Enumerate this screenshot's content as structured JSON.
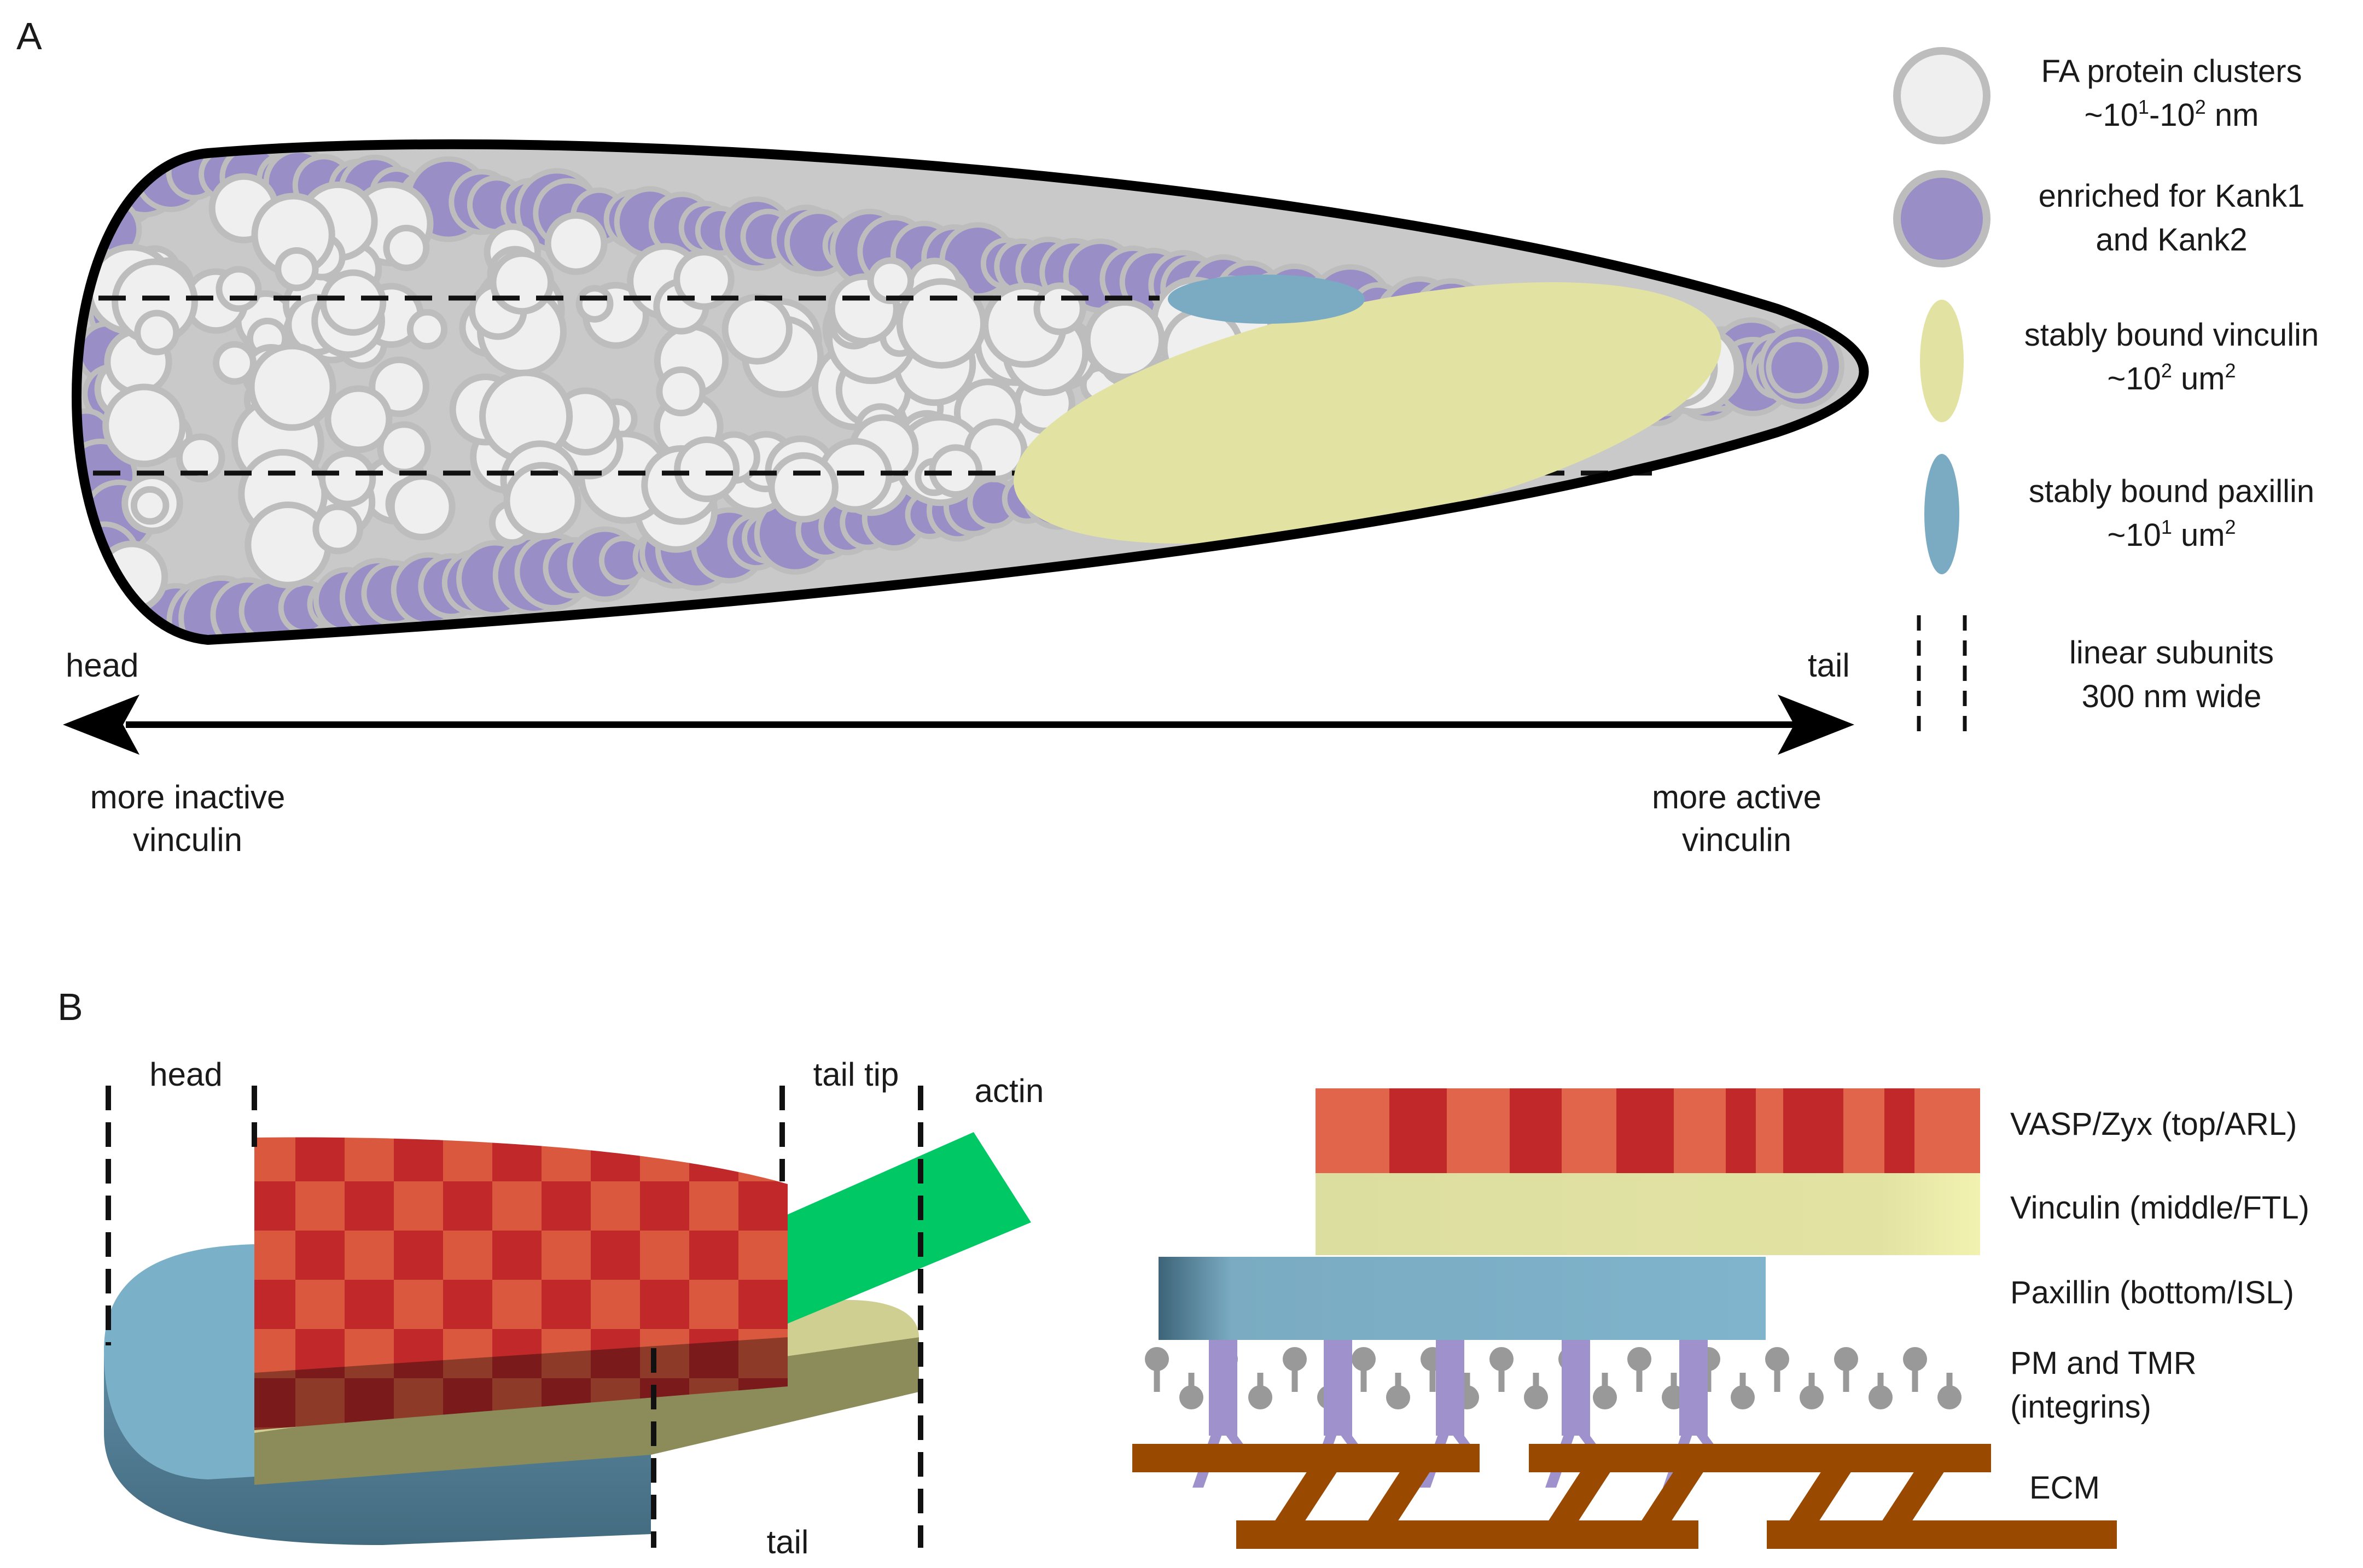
{
  "panel_a": {
    "label": "A",
    "legend": {
      "clusters": {
        "line1": "FA protein clusters",
        "l2_pre": "~10",
        "l2_sup1": "1",
        "l2_mid": "-10",
        "l2_sup2": "2",
        "l2_post": " nm"
      },
      "kank": {
        "line1": "enriched for Kank1",
        "line2": "and Kank2"
      },
      "vinculin": {
        "line1": "stably bound vinculin",
        "l2_pre": "~10",
        "l2_sup": "2",
        "l2_post": " um",
        "l2_sup2": "2"
      },
      "paxillin": {
        "line1": "stably bound paxillin",
        "l2_pre": "~10",
        "l2_sup": "1",
        "l2_post": " um",
        "l2_sup2": "2"
      },
      "subunits": {
        "line1": "linear subunits",
        "line2": "300 nm wide"
      }
    },
    "axis": {
      "head": "head",
      "tail": "tail",
      "left_line1": "more inactive",
      "left_line2": "vinculin",
      "right_line1": "more active",
      "right_line2": "vinculin"
    }
  },
  "panel_b": {
    "label": "B",
    "head": "head",
    "tail_tip": "tail tip",
    "actin": "actin",
    "tail": "tail",
    "layers": [
      "VASP/Zyx (top/ARL)",
      "Vinculin (middle/FTL)",
      "Paxillin (bottom/ISL)",
      "PM and TMR",
      "(integrins)",
      "ECM"
    ]
  },
  "colors": {
    "cluster_fill": "#efefef",
    "cluster_stroke": "#bdbdbd",
    "kank": "#9a8ec6",
    "vinculin": "#e2e3a3",
    "paxillin": "#7aabc2",
    "actin": "#00c864",
    "vasp_red": "#c0282a",
    "vasp_orange": "#e0654a",
    "ecm": "#9a4a00",
    "integrin": "#9f92cc",
    "lipid": "#999999"
  }
}
